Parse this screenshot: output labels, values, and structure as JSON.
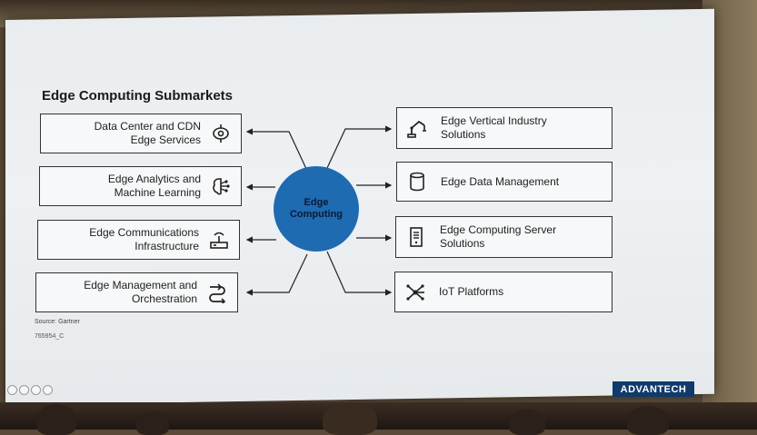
{
  "slide": {
    "title": "Edge Computing Submarkets",
    "hub": "Edge Computing",
    "source": "Source: Gartner",
    "code": "765954_C",
    "logo": "ADVANTECH",
    "hub_color": "#1e6bb2"
  },
  "left_items": [
    {
      "label": "Data Center and CDN Edge Services",
      "icon": "cdn-icon"
    },
    {
      "label": "Edge Analytics and Machine Learning",
      "icon": "analytics-brain-icon"
    },
    {
      "label": "Edge Communications Infrastructure",
      "icon": "router-icon"
    },
    {
      "label": "Edge Management and Orchestration",
      "icon": "workflow-icon"
    }
  ],
  "right_items": [
    {
      "label": "Edge Vertical Industry Solutions",
      "icon": "industrial-robot-icon"
    },
    {
      "label": "Edge Data Management",
      "icon": "database-icon"
    },
    {
      "label": "Edge Computing Server Solutions",
      "icon": "server-icon"
    },
    {
      "label": "IoT Platforms",
      "icon": "network-node-icon"
    }
  ]
}
